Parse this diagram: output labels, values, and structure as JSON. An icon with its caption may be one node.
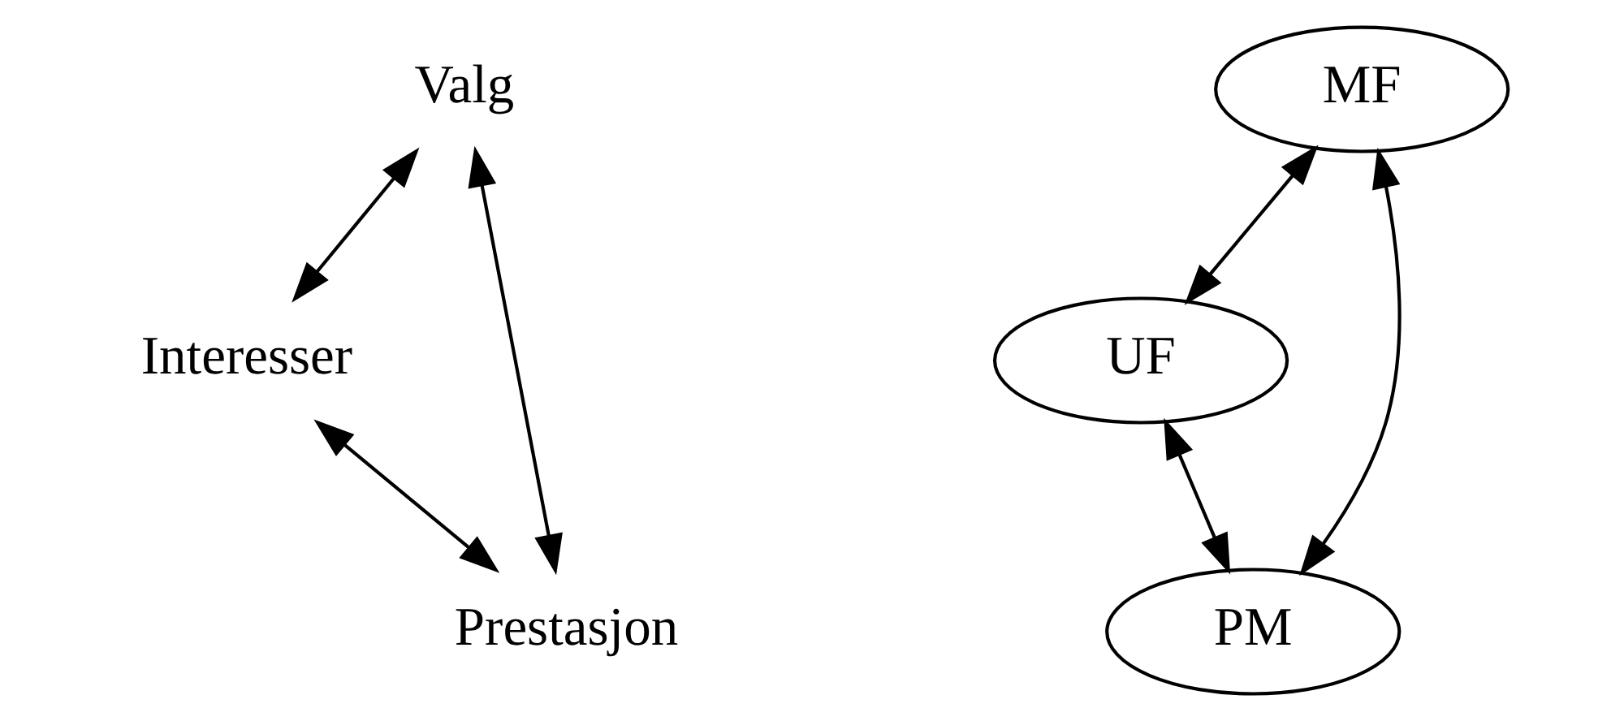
{
  "diagram": {
    "nodes": [
      {
        "text": [
          "Valg"
        ]
      },
      {
        "text": [
          "MF"
        ]
      },
      {
        "text": [
          "UF"
        ]
      },
      {
        "text": [
          "PM"
        ]
      },
      {
        "text": [
          "Interesser"
        ]
      },
      {
        "text": [
          "Prestasjon"
        ]
      }
    ],
    "edges": [
      {
        "from": 0,
        "to": 4,
        "arrow": "both"
      },
      {
        "from": 0,
        "to": 5,
        "arrow": "both"
      },
      {
        "from": 1,
        "to": 2,
        "arrow": "both"
      },
      {
        "from": 1,
        "to": 3,
        "arrow": "both"
      },
      {
        "from": 2,
        "to": 3,
        "arrow": "both"
      },
      {
        "from": 4,
        "to": 5,
        "arrow": "both"
      }
    ]
  }
}
